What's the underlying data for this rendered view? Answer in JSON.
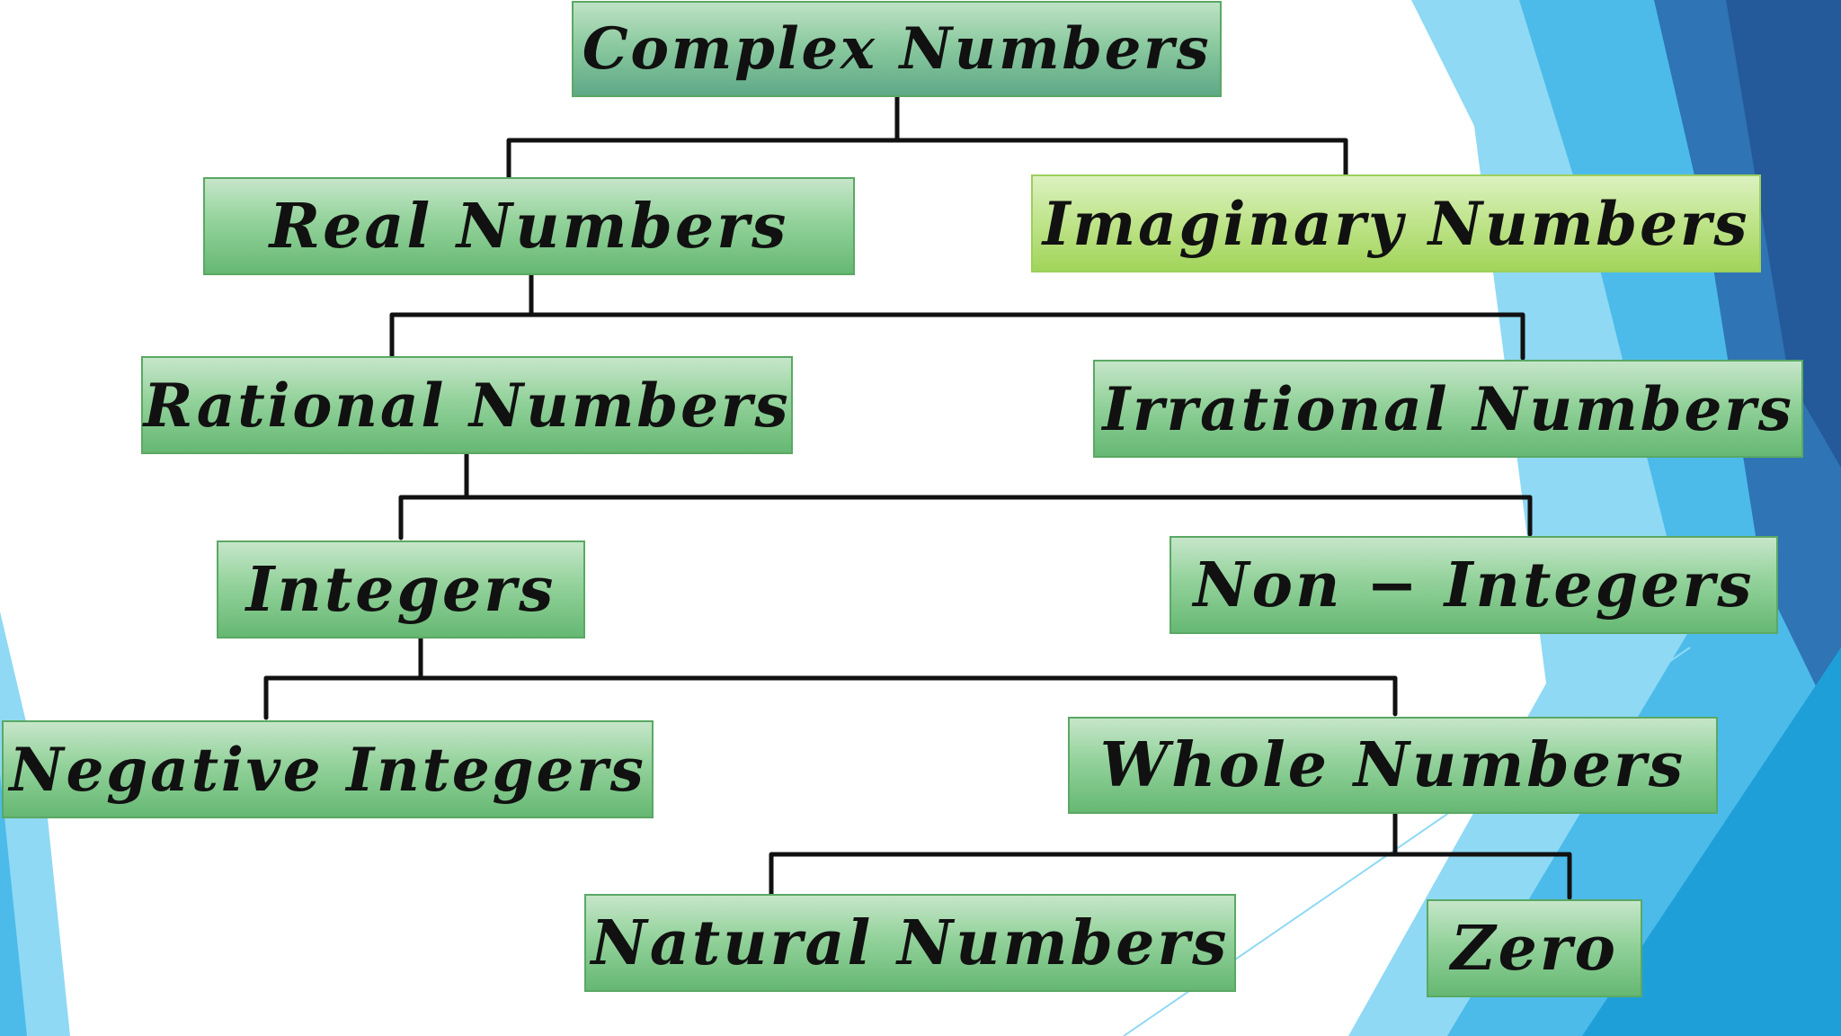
{
  "colors": {
    "node_green": "#8fd096",
    "node_root": "#7cbf97",
    "node_lime": "#b7e07c",
    "connector": "#111111",
    "accent_light_blue": "#7fd3f1",
    "accent_mid_blue": "#3cb6e8",
    "accent_dark_blue": "#2f6fb0"
  },
  "diagram": {
    "root": "Complex Numbers",
    "real": "Real Numbers",
    "imaginary": "Imaginary Numbers",
    "rational": "Rational Numbers",
    "irrational": "Irrational Numbers",
    "integers": "Integers",
    "non_integers": "Non − Integers",
    "negative_integers": "Negative Integers",
    "whole_numbers": "Whole Numbers",
    "natural_numbers": "Natural Numbers",
    "zero": "Zero"
  }
}
